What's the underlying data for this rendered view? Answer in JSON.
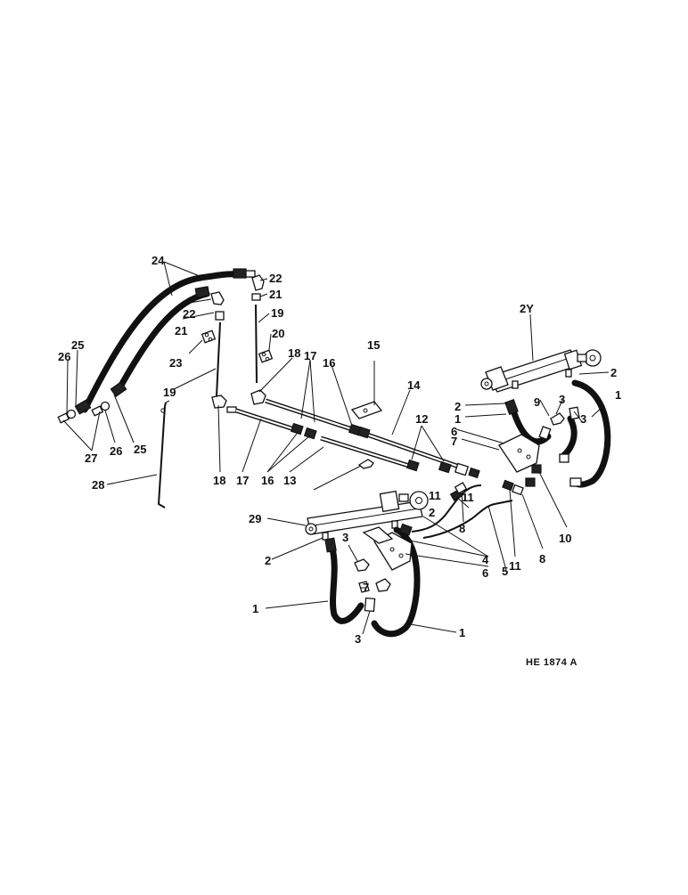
{
  "drawing": {
    "reference_code": "HE 1874 A"
  },
  "callouts": {
    "n1": "1",
    "n2": "2",
    "n3": "3",
    "n4": "4",
    "n5": "5",
    "n6": "6",
    "n7": "7",
    "n8": "8",
    "n9": "9",
    "n10": "10",
    "n11": "11",
    "n12": "12",
    "n13": "13",
    "n14": "14",
    "n15": "15",
    "n16": "16",
    "n17": "17",
    "n18": "18",
    "n19": "19",
    "n20": "20",
    "n21": "21",
    "n22": "22",
    "n23": "23",
    "n24": "24",
    "n25": "25",
    "n26": "26",
    "n27": "27",
    "n28": "28",
    "n29": "29",
    "n24_cyl": "2Y"
  }
}
